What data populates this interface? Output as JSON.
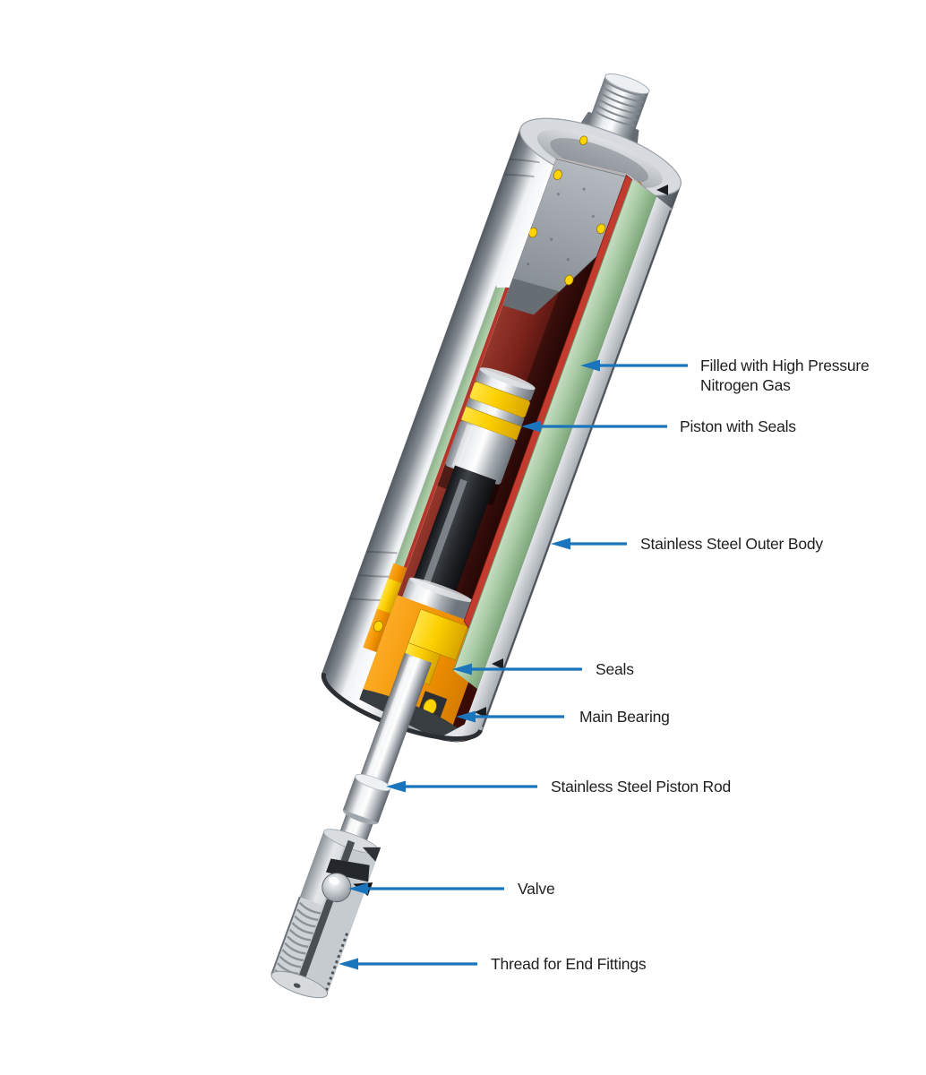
{
  "diagram": {
    "subject": "Stainless steel gas spring cutaway diagram",
    "background": "#ffffff",
    "accent_color": "#1b75bc",
    "text_color": "#1e1e1e",
    "callouts": [
      {
        "id": "nitrogen-gas",
        "lines": [
          "Filled with High Pressure",
          "Nitrogen Gas"
        ]
      },
      {
        "id": "piston-with-seals",
        "label": "Piston with Seals"
      },
      {
        "id": "outer-body",
        "label": "Stainless Steel Outer Body"
      },
      {
        "id": "seals",
        "label": "Seals"
      },
      {
        "id": "main-bearing",
        "label": "Main Bearing"
      },
      {
        "id": "piston-rod",
        "label": "Stainless Steel Piston Rod"
      },
      {
        "id": "valve",
        "label": "Valve"
      },
      {
        "id": "thread",
        "label": "Thread for End Fittings"
      }
    ],
    "part_colors": {
      "seal_yellow": "#fbce00",
      "bearing_orange": "#f29100",
      "liner_green": "#a6c9a2",
      "inner_tube_red": "#c23b2e",
      "gas_chamber_red": "#7c241b",
      "steel_chrome": "#c8ccd0"
    },
    "parts": [
      "threaded-stud",
      "outer-body",
      "end-plug",
      "nitrogen-chamber",
      "piston",
      "piston-seals",
      "piston-rod",
      "seals",
      "main-bearing",
      "valve",
      "thread-for-end-fittings"
    ]
  }
}
